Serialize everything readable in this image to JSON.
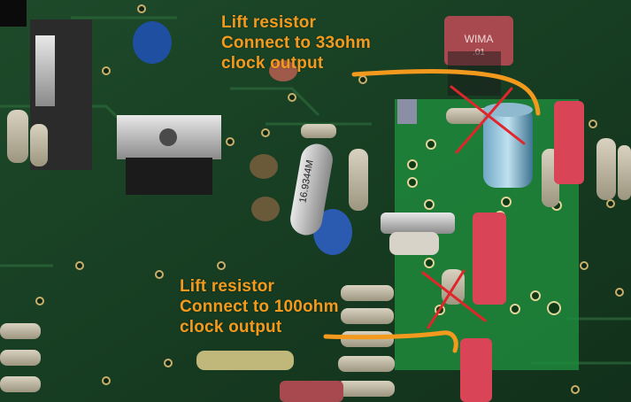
{
  "annotations": {
    "top": {
      "line1": "Lift resistor",
      "line2": "Connect to 33ohm",
      "line3": "clock output"
    },
    "bottom": {
      "line1": "Lift resistor",
      "line2": "Connect to 100ohm",
      "line3": "clock output"
    }
  },
  "component_markings": {
    "crystal": "16.9344M",
    "wima_cap": "WIMA",
    "wima_cap_value": ".01"
  },
  "colors": {
    "annotation_orange": "#f39a1e",
    "cross_red": "#e0262b",
    "pcb_dark": "#1a3a22",
    "highlight_green": "#1f8a3c"
  }
}
